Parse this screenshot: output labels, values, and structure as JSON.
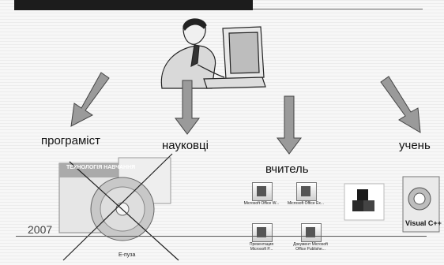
{
  "labels": {
    "programmer": "програміст",
    "scientists": "науковці",
    "teacher": "вчитель",
    "student": "учень"
  },
  "year": "2007",
  "book": {
    "title": "ТЕХНОЛОГІЯ НАВЧАННЯ",
    "caption": "Е-пуза"
  },
  "files": [
    {
      "label": "Microsoft Office W..."
    },
    {
      "label": "Microsoft Office Ex..."
    },
    {
      "label": "Презентация Microsoft P..."
    },
    {
      "label": "Документ Microsoft Office Publishe..."
    }
  ],
  "product": {
    "label": "Visual C++"
  },
  "icons": {
    "person": "person-at-computer-icon",
    "arrow": "arrow-down-icon",
    "cubes": "cubes-icon"
  },
  "colors": {
    "background": "#f4f4f4",
    "arrow": "#9a9a9a",
    "text": "#111111"
  }
}
